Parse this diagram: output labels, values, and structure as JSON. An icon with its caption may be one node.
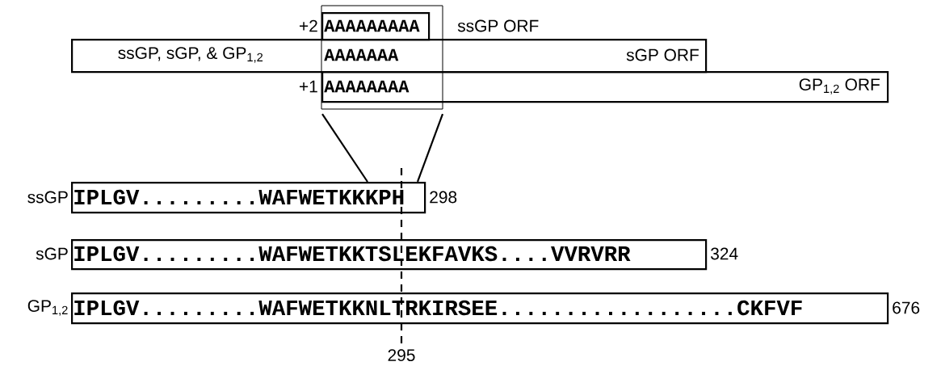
{
  "diagram": {
    "nodes": [
      {
        "text": [
          "AAAAAAAAA"
        ],
        "beside": [
          "+2"
        ]
      },
      {
        "text": [
          "ssGP, sGP, & GP$_{1,2}$",
          "AAAAAAA",
          "sGP ORF"
        ]
      },
      {
        "text": [
          "AAAAAAAA",
          "GP$_{1,2}$ ORF"
        ],
        "beside": [
          "+1"
        ]
      },
      {
        "text": [
          "IPLGV.........WAFWETKKKPH"
        ],
        "beside": [
          "ssGP",
          "298"
        ]
      },
      {
        "text": [
          "IPLGV.........WAFWETKKTSLEKFAVKS....VVRVRR"
        ],
        "beside": [
          "sGP",
          "324"
        ]
      },
      {
        "text": [
          "IPLGV.........WAFWETKKNLTRKIRSEE..................CKFVF"
        ],
        "beside": [
          "GP$_{1,2}$",
          "676"
        ]
      }
    ],
    "edges": [
      {
        "from": 2,
        "to": 3,
        "arrow": "none"
      },
      {
        "from": 2,
        "to": 3,
        "arrow": "none"
      }
    ],
    "labels": [
      "ssGP ORF",
      "295"
    ]
  }
}
